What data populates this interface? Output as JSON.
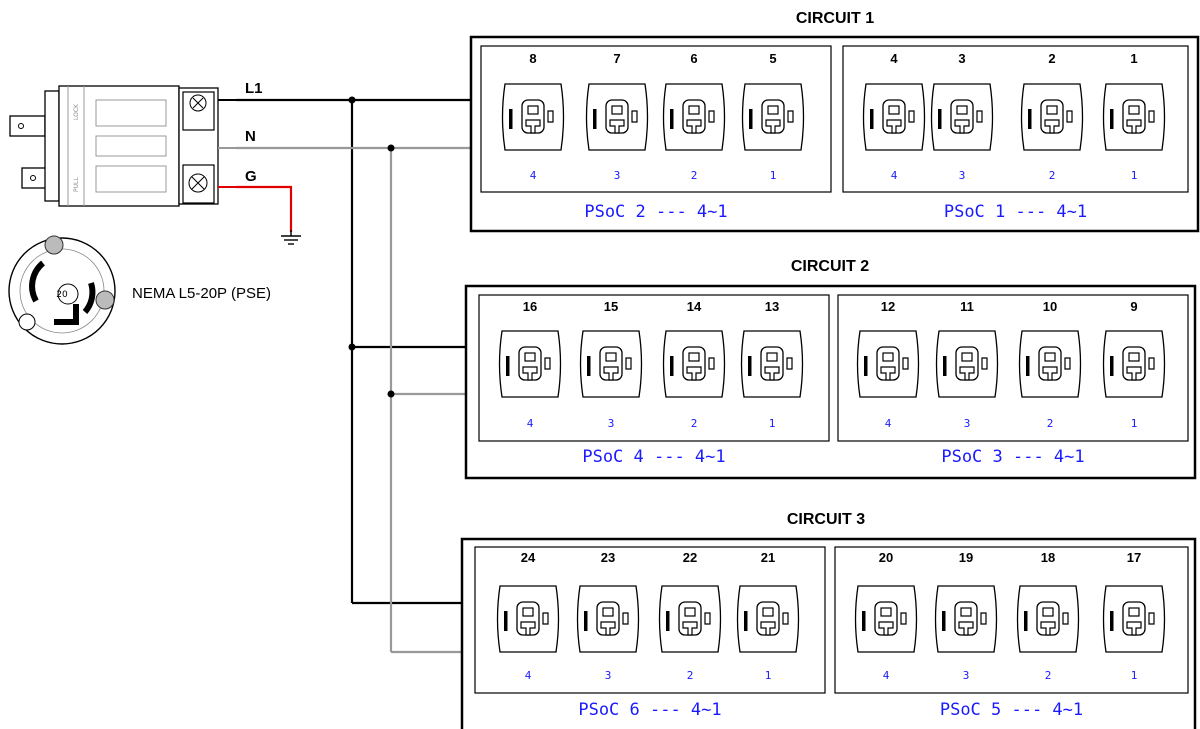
{
  "wires": {
    "l1": "L1",
    "n": "N",
    "g": "G"
  },
  "plug": {
    "label": "NEMA L5-20P (PSE)",
    "lock_text": "LOCK",
    "pull_text": "PULL",
    "face_rating": "20"
  },
  "colors": {
    "line": "#000000",
    "neutral": "#999999",
    "ground": "#e00000",
    "accent": "#1a1aff"
  },
  "circuits": [
    {
      "title": "CIRCUIT 1",
      "groups": [
        {
          "psoc": "PSoC 2 --- 4~1",
          "outlets": [
            {
              "number": "8",
              "channel": "4"
            },
            {
              "number": "7",
              "channel": "3"
            },
            {
              "number": "6",
              "channel": "2"
            },
            {
              "number": "5",
              "channel": "1"
            }
          ]
        },
        {
          "psoc": "PSoC 1 --- 4~1",
          "outlets": [
            {
              "number": "4",
              "channel": "4"
            },
            {
              "number": "3",
              "channel": "3"
            },
            {
              "number": "2",
              "channel": "2"
            },
            {
              "number": "1",
              "channel": "1"
            }
          ]
        }
      ]
    },
    {
      "title": "CIRCUIT 2",
      "groups": [
        {
          "psoc": "PSoC 4 --- 4~1",
          "outlets": [
            {
              "number": "16",
              "channel": "4"
            },
            {
              "number": "15",
              "channel": "3"
            },
            {
              "number": "14",
              "channel": "2"
            },
            {
              "number": "13",
              "channel": "1"
            }
          ]
        },
        {
          "psoc": "PSoC 3 --- 4~1",
          "outlets": [
            {
              "number": "12",
              "channel": "4"
            },
            {
              "number": "11",
              "channel": "3"
            },
            {
              "number": "10",
              "channel": "2"
            },
            {
              "number": "9",
              "channel": "1"
            }
          ]
        }
      ]
    },
    {
      "title": "CIRCUIT 3",
      "groups": [
        {
          "psoc": "PSoC 6 --- 4~1",
          "outlets": [
            {
              "number": "24",
              "channel": "4"
            },
            {
              "number": "23",
              "channel": "3"
            },
            {
              "number": "22",
              "channel": "2"
            },
            {
              "number": "21",
              "channel": "1"
            }
          ]
        },
        {
          "psoc": "PSoC 5 --- 4~1",
          "outlets": [
            {
              "number": "20",
              "channel": "4"
            },
            {
              "number": "19",
              "channel": "3"
            },
            {
              "number": "18",
              "channel": "2"
            },
            {
              "number": "17",
              "channel": "1"
            }
          ]
        }
      ]
    }
  ]
}
